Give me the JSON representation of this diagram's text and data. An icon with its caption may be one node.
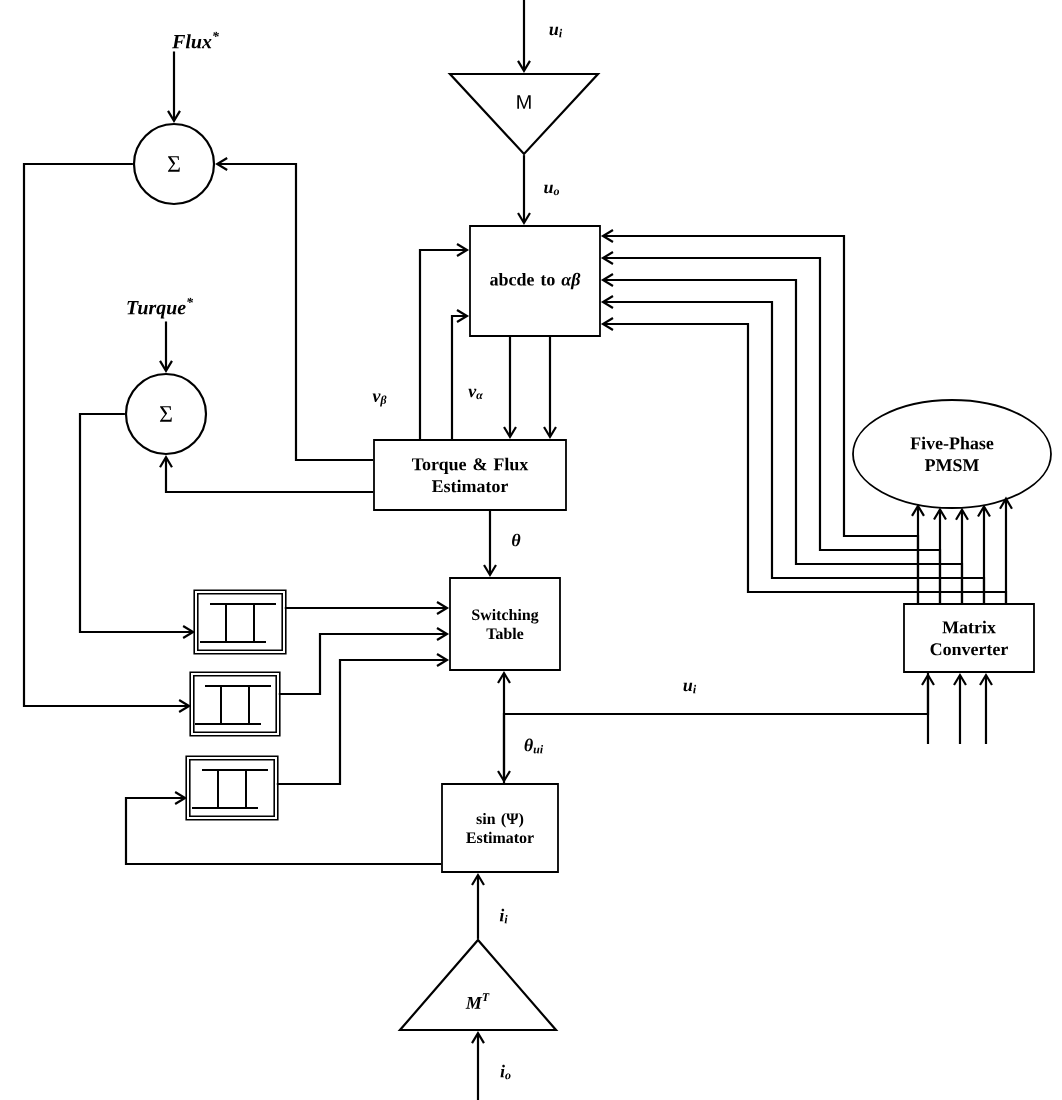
{
  "diagram": {
    "nodes": [
      {
        "text": [
          "Flux$^{*}$"
        ]
      },
      {
        "text": [
          "Σ"
        ]
      },
      {
        "text": [
          "Turque$^{*}$"
        ]
      },
      {
        "text": [
          "Σ"
        ]
      },
      {
        "text": [
          "M"
        ]
      },
      {
        "text": [
          "abcde to *αβ*"
        ]
      },
      {
        "text": [
          "Torque & Flux Estimator"
        ]
      },
      {
        "text": [
          "Five-Phase PMSM"
        ]
      },
      {
        "text": [],
        "shape": "box"
      },
      {
        "text": [],
        "shape": "box"
      },
      {
        "text": [],
        "shape": "box"
      },
      {
        "text": [
          "Switching Table"
        ]
      },
      {
        "text": [
          "Matrix Converter"
        ]
      },
      {
        "text": [
          "sin (Ψ) Estimator"
        ]
      },
      {
        "text": [
          "M$^{T}$"
        ]
      }
    ],
    "edges": [
      {
        "from": 0,
        "to": 1,
        "arrow": "to"
      },
      {
        "from": null,
        "to": 4,
        "arrow": "to",
        "label": "u$_{i}$"
      },
      {
        "from": 4,
        "to": 5,
        "arrow": "to",
        "label": "u$_{o}$"
      },
      {
        "from": 5,
        "to": 6,
        "arrow": "to"
      },
      {
        "from": 5,
        "to": 6,
        "arrow": "to"
      },
      {
        "from": 6,
        "to": 5,
        "arrow": "to",
        "label": "v$_{β}$"
      },
      {
        "from": 6,
        "to": 5,
        "arrow": "to",
        "label": "v$_{α}$"
      },
      {
        "from": 6,
        "to": 1,
        "arrow": "to"
      },
      {
        "from": 6,
        "to": 3,
        "arrow": "to"
      },
      {
        "from": 2,
        "to": 3,
        "arrow": "to"
      },
      {
        "from": 1,
        "to": 9,
        "arrow": "to"
      },
      {
        "from": 3,
        "to": 8,
        "arrow": "to"
      },
      {
        "from": 6,
        "to": 11,
        "arrow": "to",
        "label": "θ"
      },
      {
        "from": 8,
        "to": 11,
        "arrow": "to"
      },
      {
        "from": 9,
        "to": 11,
        "arrow": "to"
      },
      {
        "from": 10,
        "to": 11,
        "arrow": "to"
      },
      {
        "from": 11,
        "to": 13,
        "arrow": "both",
        "label": "θ$_{ui}$"
      },
      {
        "from": 12,
        "to": 13,
        "arrow": "none",
        "label": "u$_{i}$"
      },
      {
        "from": 13,
        "to": 10,
        "arrow": "to"
      },
      {
        "from": 14,
        "to": 13,
        "arrow": "to",
        "label": "i$_{i}$"
      },
      {
        "from": null,
        "to": 14,
        "arrow": "to",
        "label": "i$_{o}$"
      },
      {
        "from": null,
        "to": 12,
        "arrow": "to"
      },
      {
        "from": null,
        "to": 12,
        "arrow": "to"
      },
      {
        "from": null,
        "to": 12,
        "arrow": "to"
      },
      {
        "from": 12,
        "to": 7,
        "arrow": "to"
      },
      {
        "from": 12,
        "to": 7,
        "arrow": "to"
      },
      {
        "from": 12,
        "to": 7,
        "arrow": "to"
      },
      {
        "from": 12,
        "to": 7,
        "arrow": "to"
      },
      {
        "from": 12,
        "to": 7,
        "arrow": "to"
      },
      {
        "from": 12,
        "to": 5,
        "arrow": "to"
      },
      {
        "from": 12,
        "to": 5,
        "arrow": "to"
      },
      {
        "from": 12,
        "to": 5,
        "arrow": "to"
      },
      {
        "from": 12,
        "to": 5,
        "arrow": "to"
      },
      {
        "from": 12,
        "to": 5,
        "arrow": "to"
      }
    ]
  }
}
